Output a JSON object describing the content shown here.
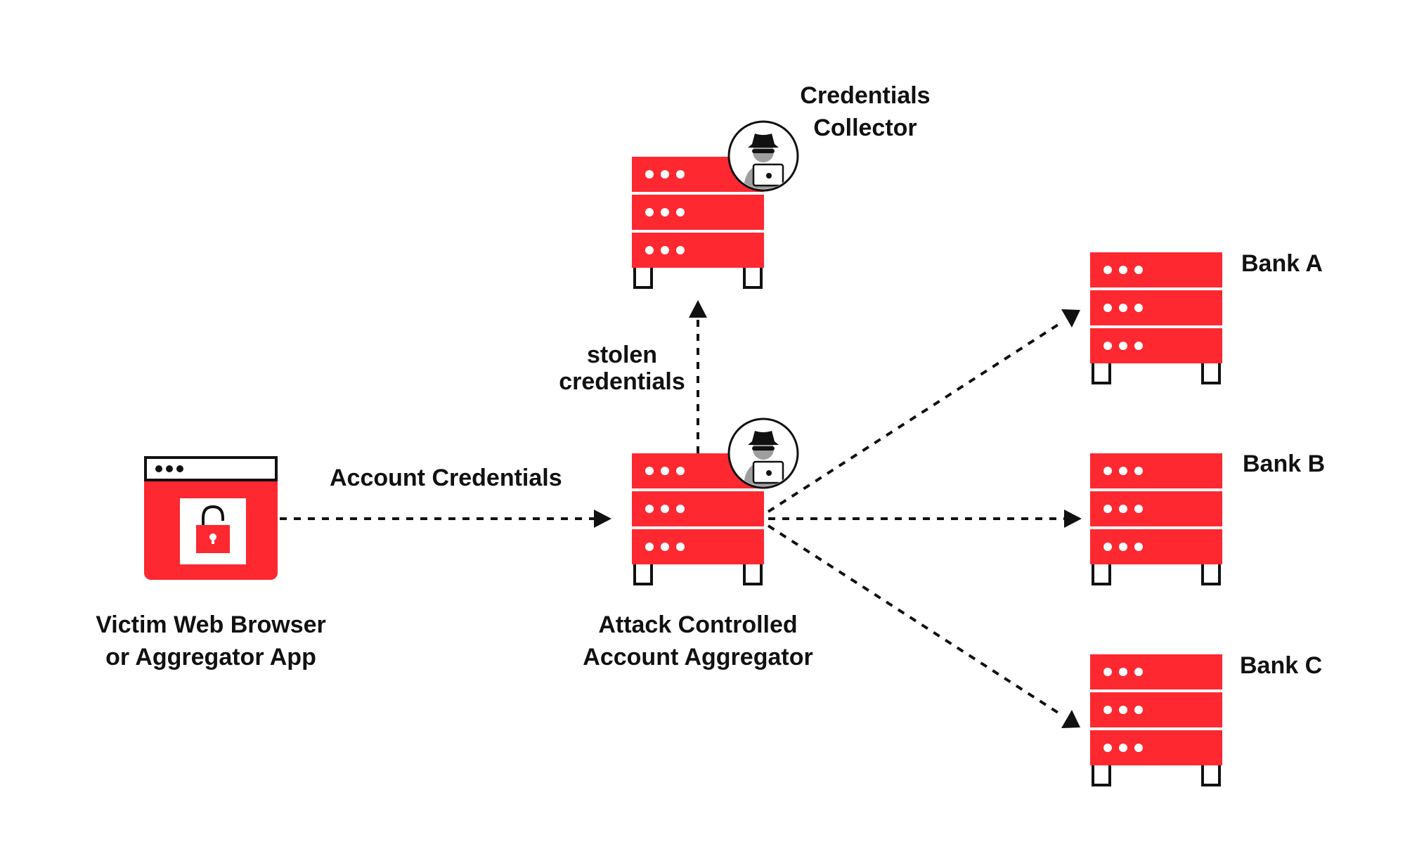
{
  "labels": {
    "collector_line1": "Credentials",
    "collector_line2": "Collector",
    "stolen_line1": "stolen",
    "stolen_line2": "credentials",
    "account_credentials": "Account Credentials",
    "victim_line1": "Victim Web Browser",
    "victim_line2": "or Aggregator App",
    "aggregator_line1": "Attack Controlled",
    "aggregator_line2": "Account Aggregator",
    "bank_a": "Bank A",
    "bank_b": "Bank B",
    "bank_c": "Bank C"
  },
  "colors": {
    "accent": "#fd2830",
    "ink": "#111111",
    "background": "#ffffff",
    "hacker_face": "#9e9e9e"
  },
  "icons": {
    "collector": "server-icon",
    "aggregator": "server-icon",
    "banks": "server-icon",
    "attacker": "hacker-icon",
    "victim": "browser-lock-icon"
  }
}
